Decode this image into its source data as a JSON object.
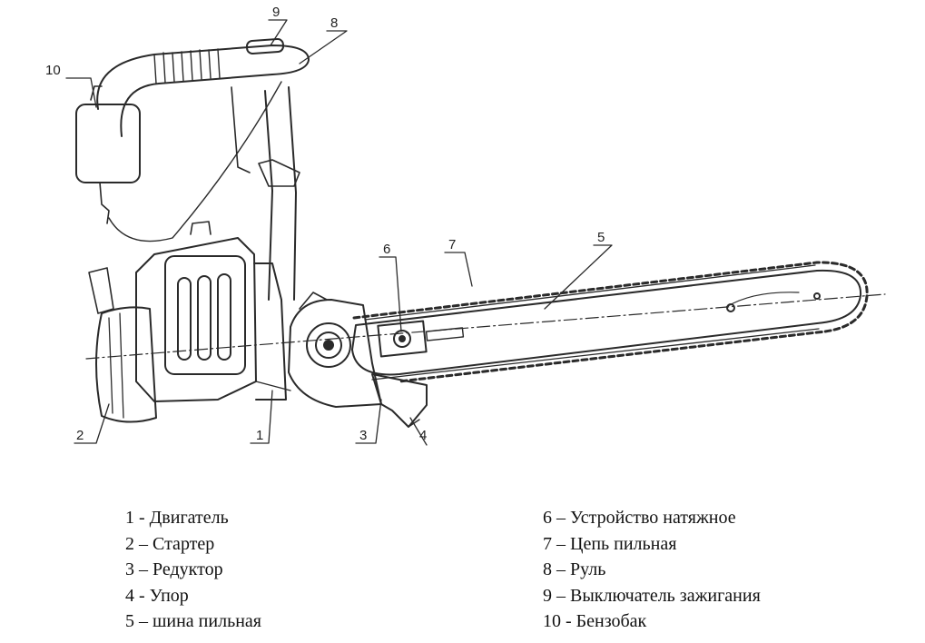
{
  "callouts": [
    "1",
    "2",
    "3",
    "4",
    "5",
    "6",
    "7",
    "8",
    "9",
    "10"
  ],
  "legend": {
    "left": [
      "1 - Двигатель",
      "2 – Стартер",
      "3 – Редуктор",
      "4 - Упор",
      "5 – шина пильная"
    ],
    "right": [
      "6 – Устройство натяжное",
      "7 – Цепь пильная",
      "8 – Руль",
      "9 – Выключатель зажигания",
      "10 - Бензобак"
    ]
  }
}
